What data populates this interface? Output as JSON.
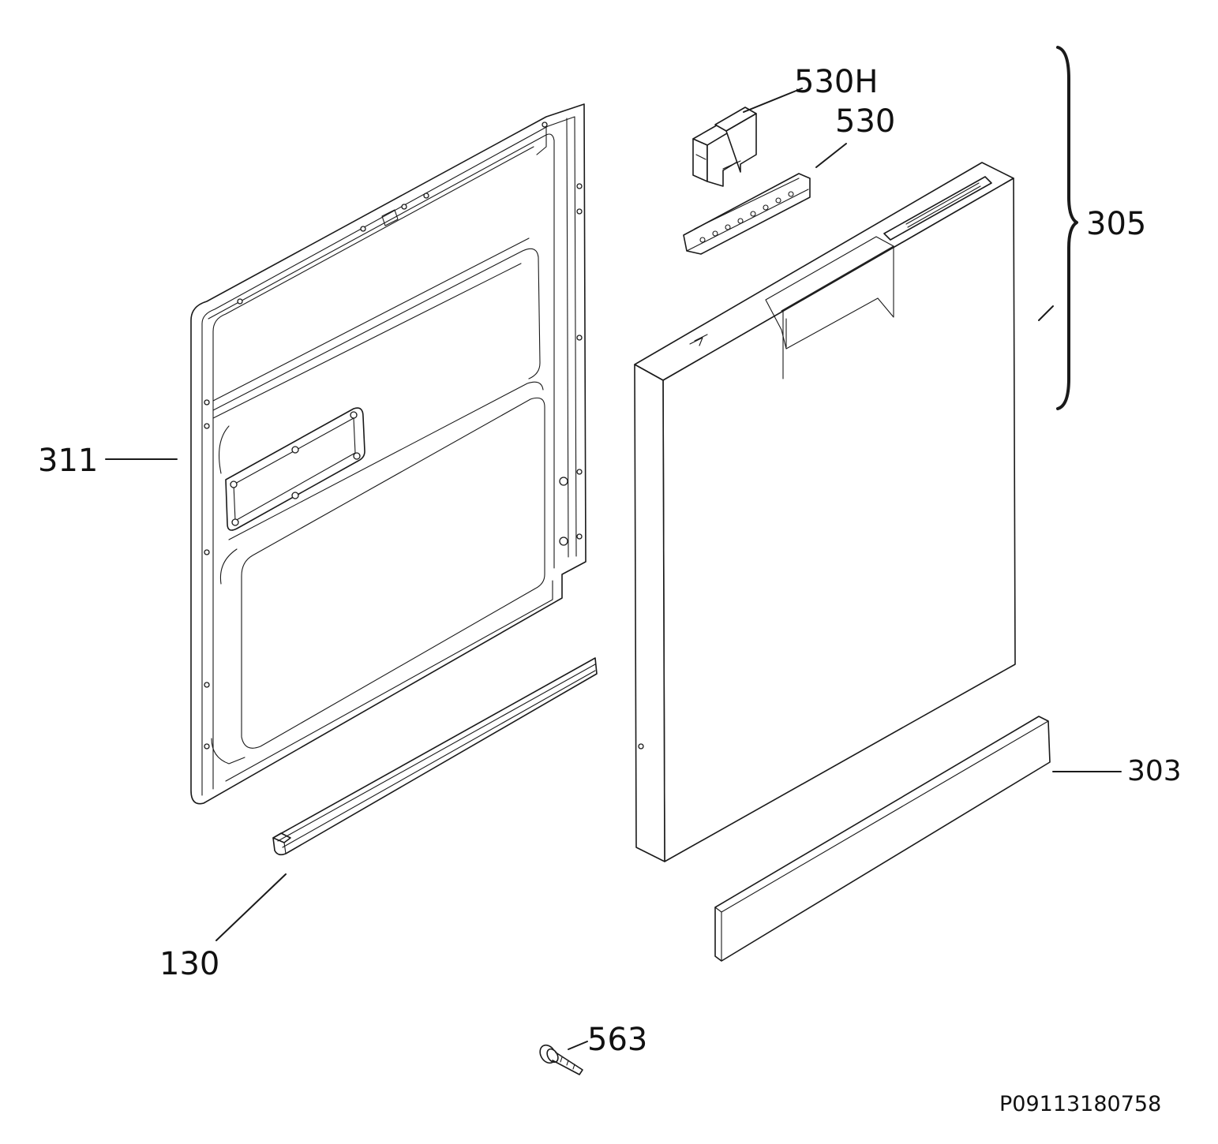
{
  "diagram": {
    "callouts": {
      "inner_door": "311",
      "door_assembly": "305",
      "handle_cover": "530H",
      "handle": "530",
      "kick_strip": "303",
      "door_seal": "130",
      "screw": "563"
    },
    "document_code": "P09113180758"
  }
}
